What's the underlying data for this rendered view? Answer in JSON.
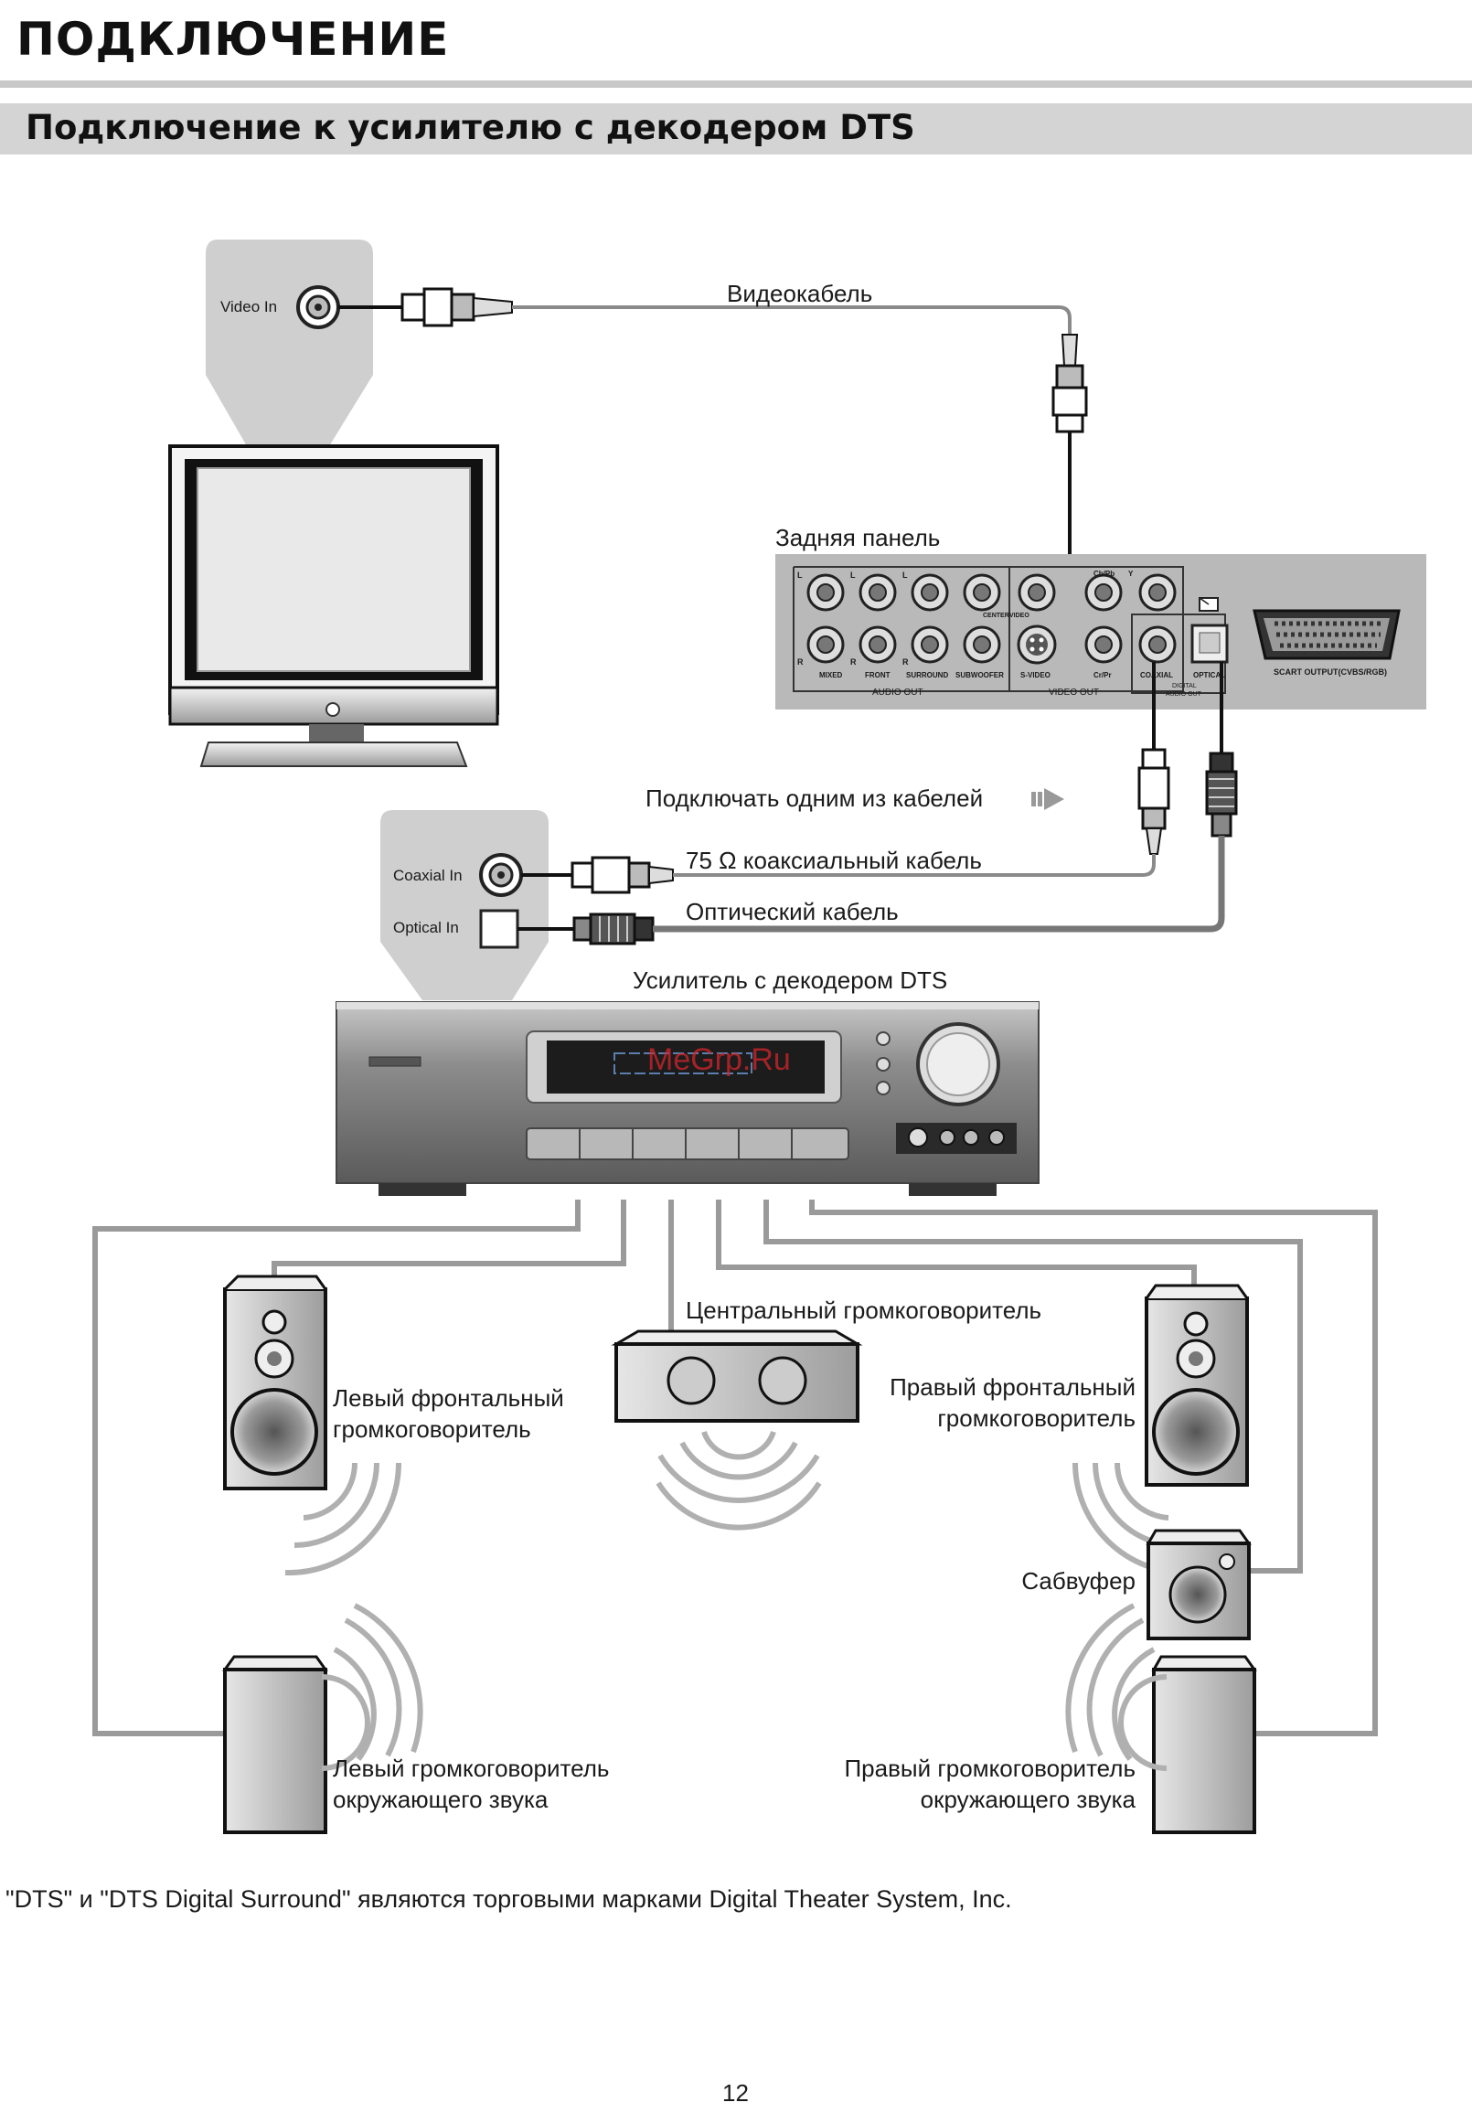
{
  "header": {
    "page_title": "ПОДКЛЮЧЕНИЕ",
    "section_title": "Подключение к усилителю с декодером DTS"
  },
  "tv": {
    "video_in_label": "Video In"
  },
  "cables": {
    "video_cable": "Видеокабель",
    "connect_one_of": "Подключать одним из кабелей",
    "coaxial_cable": "75 Ω коаксиальный кабель",
    "optical_cable": "Оптический кабель"
  },
  "player_rear": {
    "title": "Задняя панель",
    "jack_labels": [
      "L",
      "L",
      "L",
      "R",
      "R",
      "R",
      "CENTER",
      "VIDEO",
      "Cb/Pb",
      "Y",
      "MIXED",
      "FRONT",
      "SURROUND",
      "SUBWOOFER",
      "S-VIDEO",
      "Cr/Pr",
      "COAXIAL",
      "OPTICAL",
      "DIGITAL",
      "AUDIO OUT"
    ],
    "group_audio_out": "AUDIO OUT",
    "group_video_out": "VIDEO OUT",
    "scart_label": "SCART OUTPUT(CVBS/RGB)"
  },
  "amplifier": {
    "title": "Усилитель с декодером DTS",
    "coaxial_in_label": "Coaxial In",
    "optical_in_label": "Optical In",
    "watermark": "MeGrp.Ru"
  },
  "speakers": {
    "center": "Центральный громкоговоритель",
    "front_left_line1": "Левый фронтальный",
    "front_left_line2": "громкоговоритель",
    "front_right_line1": "Правый фронтальный",
    "front_right_line2": "громкоговоритель",
    "subwoofer": "Сабвуфер",
    "surround_left_line1": "Левый громкоговоритель",
    "surround_left_line2": "окружающего звука",
    "surround_right_line1": "Правый громкоговоритель",
    "surround_right_line2": "окружающего звука"
  },
  "footer": {
    "trademark_note": "\"DTS\" и \"DTS Digital Surround\" являются торговыми марками Digital Theater System, Inc.",
    "page_number": "12"
  },
  "colors": {
    "cable": "#8a8a8a",
    "panel": "#b8b8b8",
    "amp_body": "#7a7a7a",
    "display": "#1c1c1c",
    "section_bar": "#d4d4d4"
  }
}
